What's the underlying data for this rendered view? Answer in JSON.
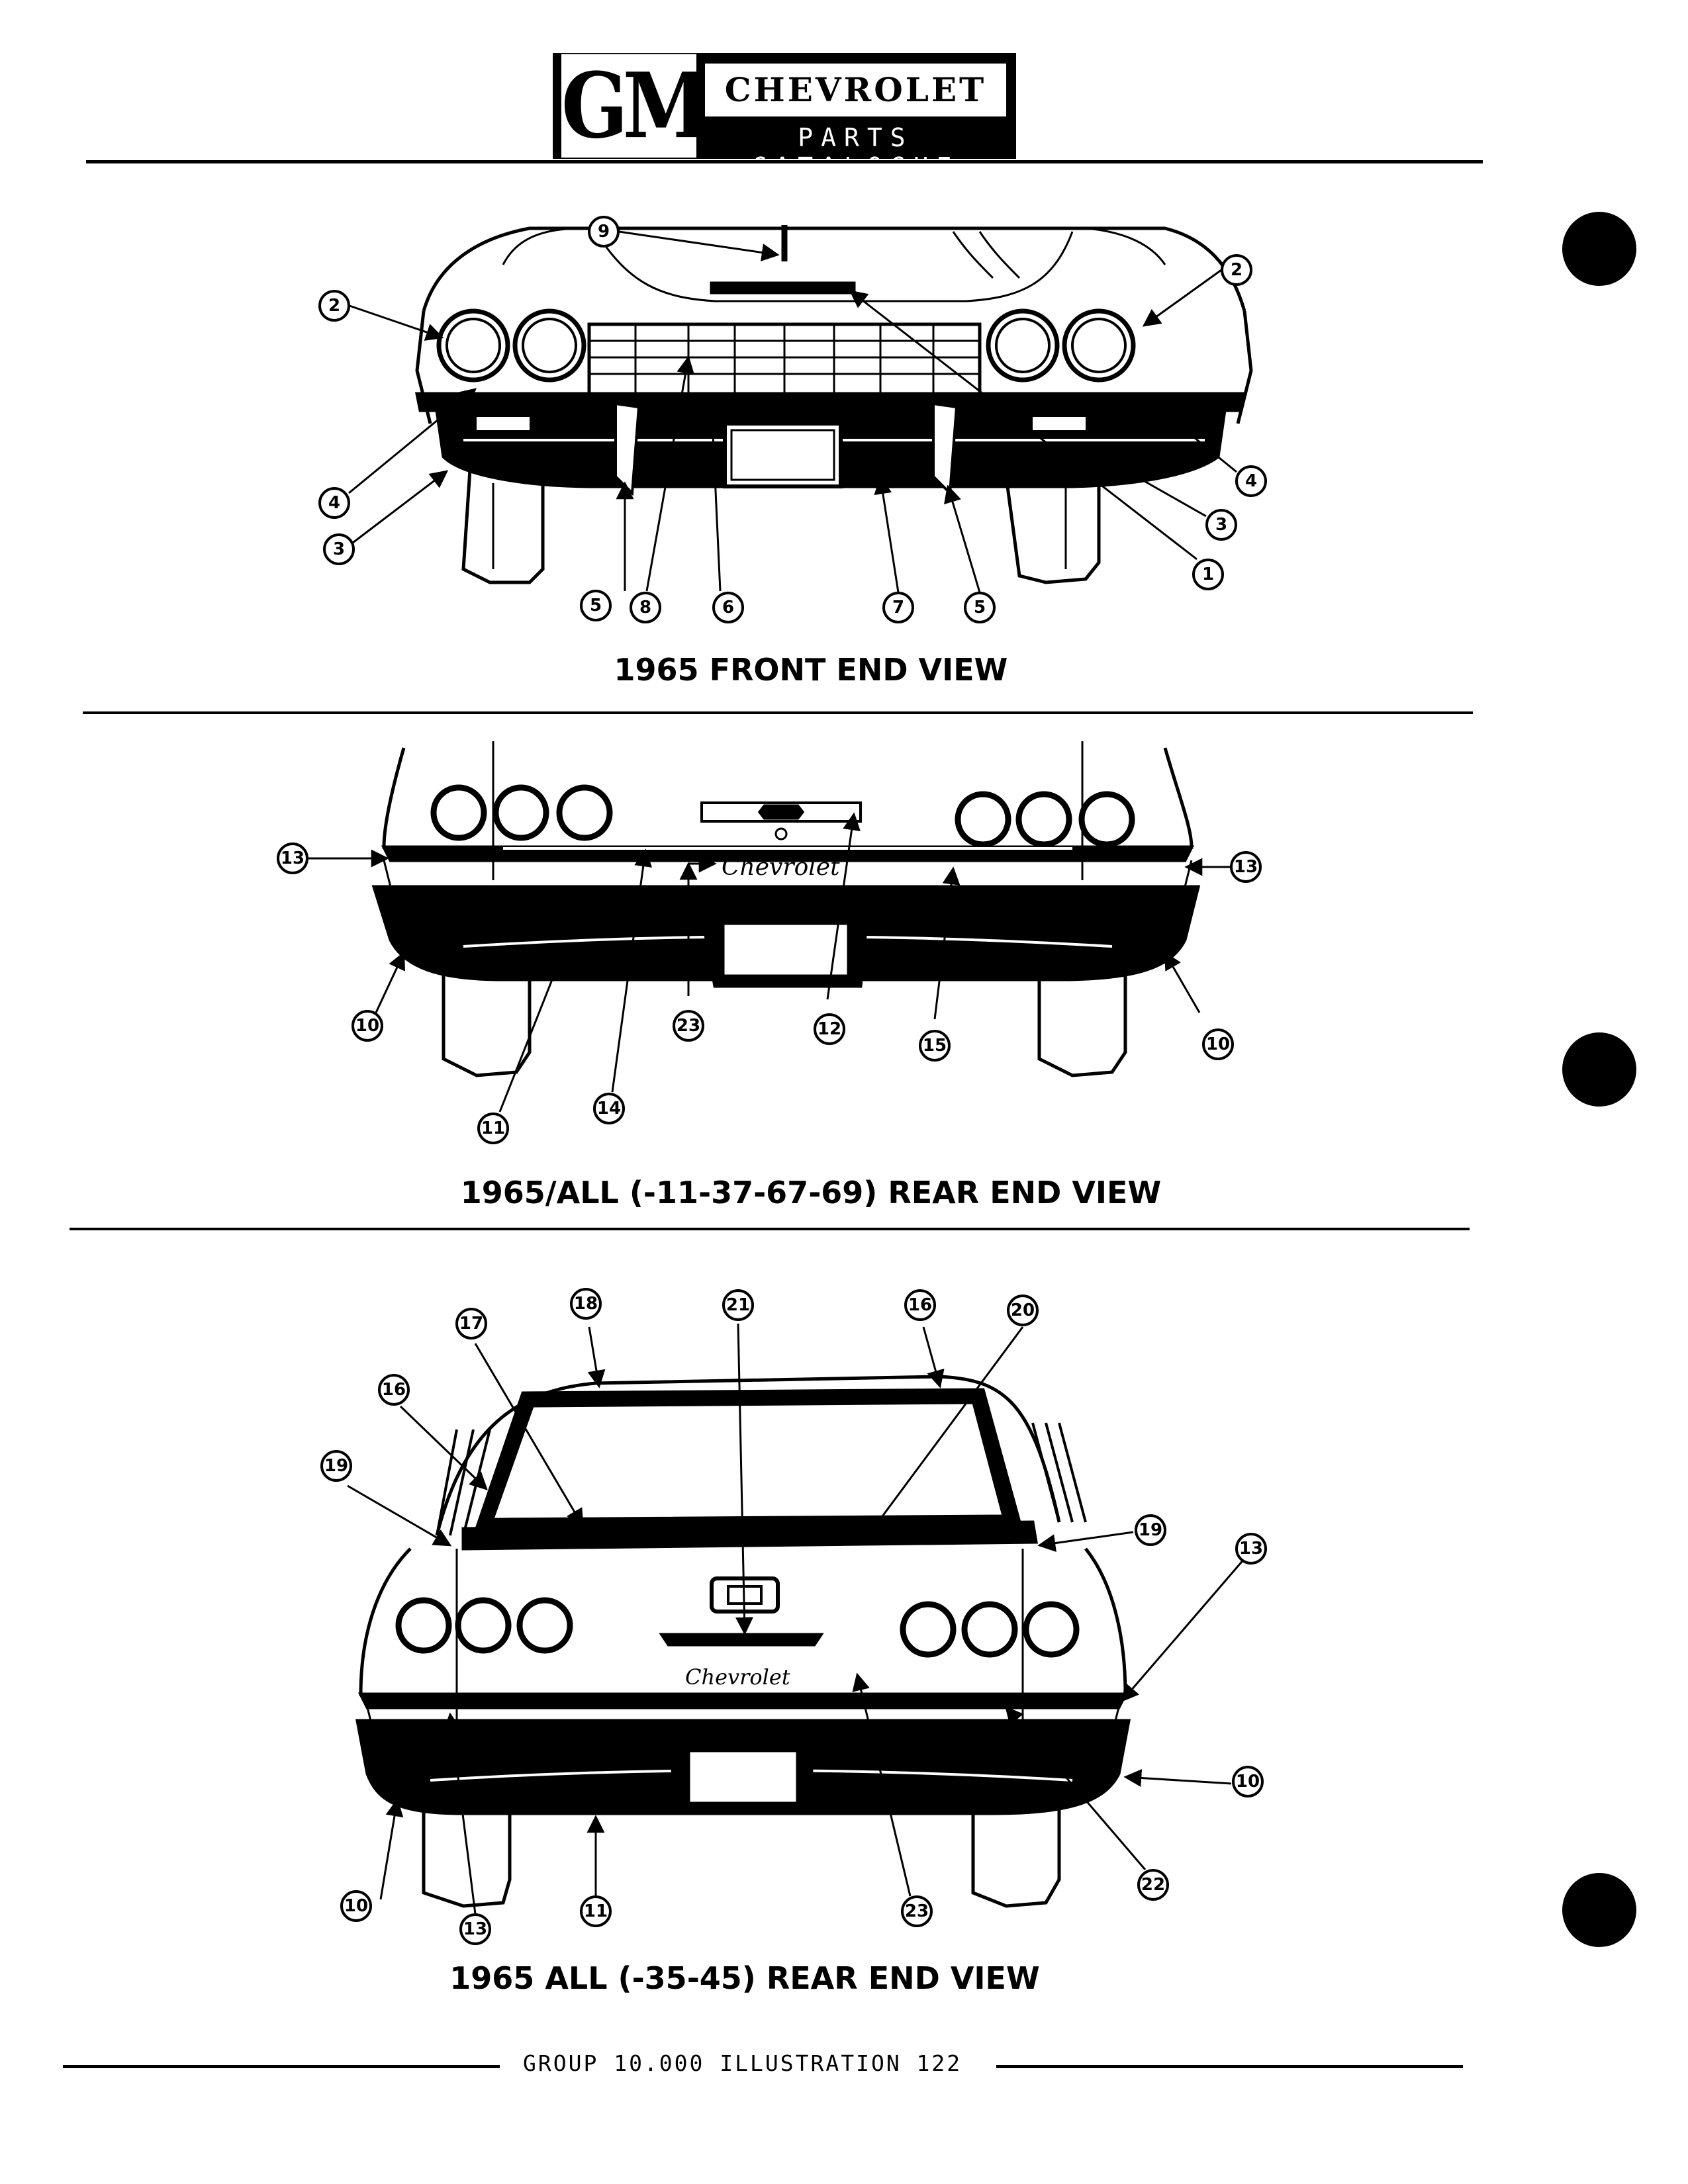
{
  "header": {
    "logo_mark": "GM",
    "brand": "CHEVROLET",
    "subtitle": "PARTS CATALOGUE"
  },
  "figures": [
    {
      "caption": "1965 FRONT END VIEW",
      "callouts": [
        "9",
        "2",
        "2",
        "4",
        "3",
        "5",
        "8",
        "6",
        "7",
        "5",
        "1",
        "3",
        "4"
      ]
    },
    {
      "caption": "1965/ALL (-11-37-67-69) REAR END VIEW",
      "script_badge": "Chevrolet",
      "callouts": [
        "13",
        "13",
        "10",
        "11",
        "14",
        "23",
        "12",
        "15",
        "10"
      ]
    },
    {
      "caption": "1965 ALL (-35-45) REAR END VIEW",
      "script_badge": "Chevrolet",
      "callouts": [
        "18",
        "17",
        "21",
        "16",
        "20",
        "16",
        "19",
        "19",
        "13",
        "10",
        "10",
        "13",
        "11",
        "23",
        "22"
      ]
    }
  ],
  "footer": {
    "text": "GROUP 10.000 ILLUSTRATION 122"
  },
  "icons": [
    "binder-hole-icon"
  ]
}
